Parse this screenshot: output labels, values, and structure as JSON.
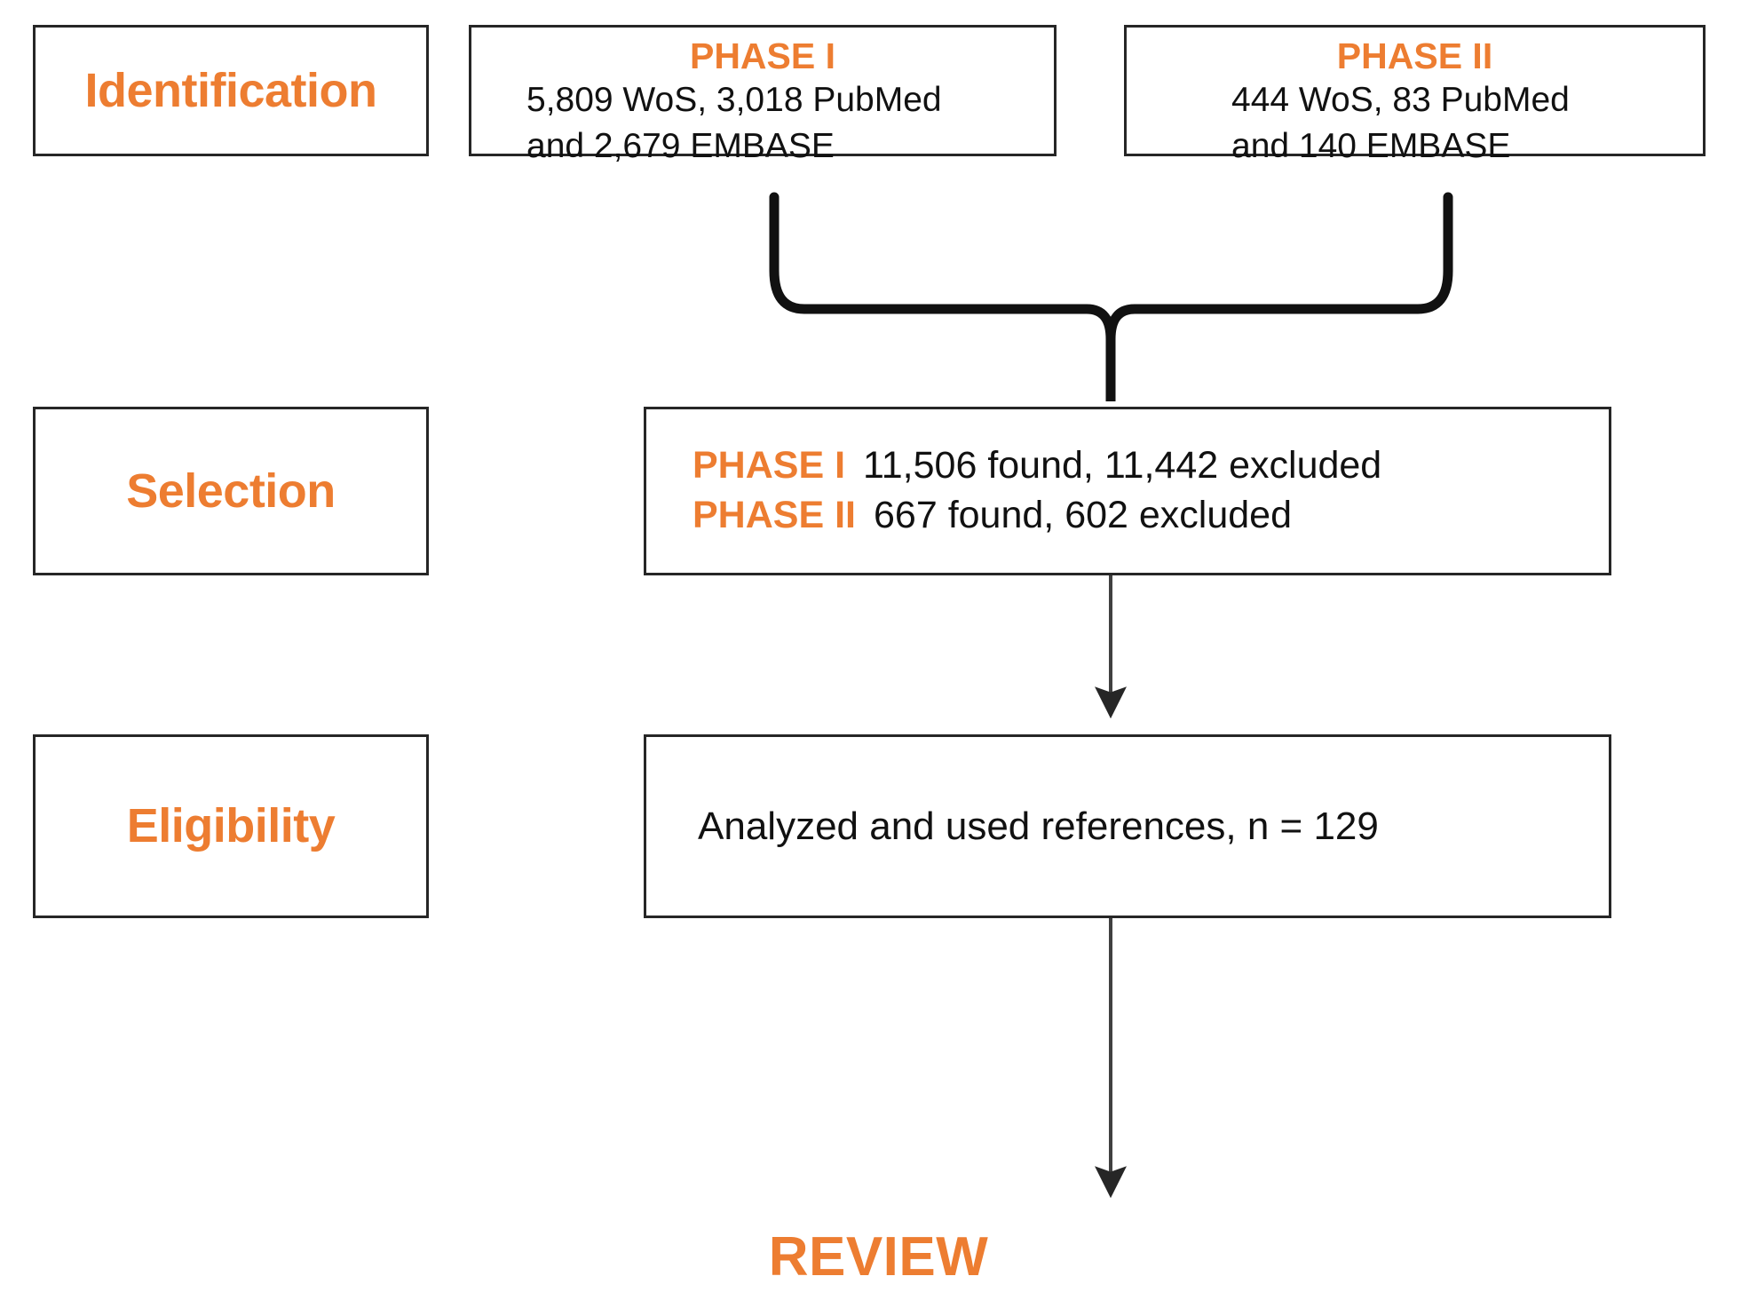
{
  "diagram": {
    "title": "PRISMA-style literature search and selection flow",
    "accent_color": "#ED7D31",
    "line_color": "#262626",
    "text_color": "#111111"
  },
  "stages": [
    {
      "label": "Identification"
    },
    {
      "label": "Selection"
    },
    {
      "label": "Eligibility"
    }
  ],
  "identification": {
    "phase1": {
      "title": "PHASE I",
      "line1": "5,809 WoS, 3,018 PubMed",
      "line2": "and 2,679 EMBASE"
    },
    "phase2": {
      "title": "PHASE II",
      "line1": "444 WoS, 83 PubMed",
      "line2": "and 140 EMBASE"
    }
  },
  "selection": {
    "rows": [
      {
        "phase": "PHASE I",
        "text": "11,506 found, 11,442 excluded"
      },
      {
        "phase": "PHASE II",
        "text": "667 found, 602 excluded"
      }
    ]
  },
  "eligibility": {
    "text": "Analyzed and used references, n = 129"
  },
  "outcome": {
    "label": "REVIEW"
  },
  "connectors": [
    {
      "name": "merge-brace",
      "type": "curly-brace-down"
    },
    {
      "name": "selection-to-eligibility-arrow",
      "type": "arrow-down"
    },
    {
      "name": "eligibility-to-review-arrow",
      "type": "arrow-down"
    }
  ]
}
